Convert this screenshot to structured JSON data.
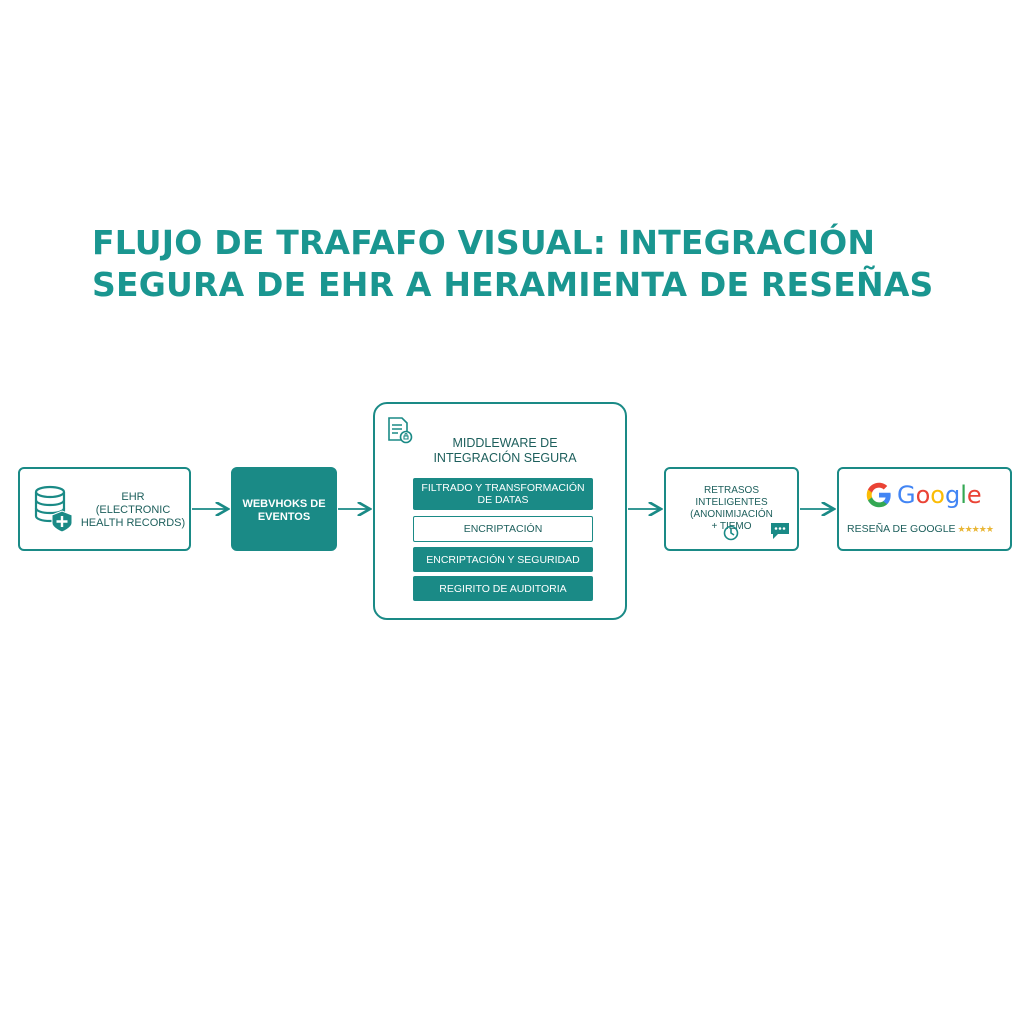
{
  "title": {
    "line1": "FLUJO DE TRAFAFO VISUAL: INTEGRACIÓN",
    "line2": "SEGURA DE EHR A HERAMIENTA DE RESEÑAS"
  },
  "nodes": {
    "ehr": {
      "label": "EHR\n(ELECTRONIC\nHEALTH RECORDS)",
      "icon": "database-plus-icon"
    },
    "webhooks": {
      "label": "WEBVHOKS DE\nEVENTOS"
    },
    "middleware": {
      "title": "MIDDLEWARE DE\nINTEGRACIÓN SEGURA",
      "icon": "document-lock-icon",
      "steps": [
        {
          "label": "FILTRADO Y TRANSFORMACIÓN\nDE DATAS",
          "style": "filled"
        },
        {
          "label": "ENCRIPTACIÓN",
          "style": "outline"
        },
        {
          "label": "ENCRIPTACIÓN Y SEGURIDAD",
          "style": "filled"
        },
        {
          "label": "REGIRITO DE AUDITORIA",
          "style": "filled"
        }
      ]
    },
    "delays": {
      "label": "RETRASOS INTELIGENTES\n(ANONIMIJACIÓN\n+ TIEMO",
      "icons": [
        "clock-icon",
        "chat-bubble-icon"
      ]
    },
    "google": {
      "wordmark": [
        "G",
        "o",
        "o",
        "g",
        "l",
        "e"
      ],
      "review_label": "RESEÑA DE GOOGLE",
      "stars": "★★★★★"
    }
  },
  "colors": {
    "teal": "#1a8a86",
    "google_blue": "#4285F4",
    "google_red": "#EA4335",
    "google_yellow": "#FBBC05",
    "google_green": "#34A853"
  }
}
